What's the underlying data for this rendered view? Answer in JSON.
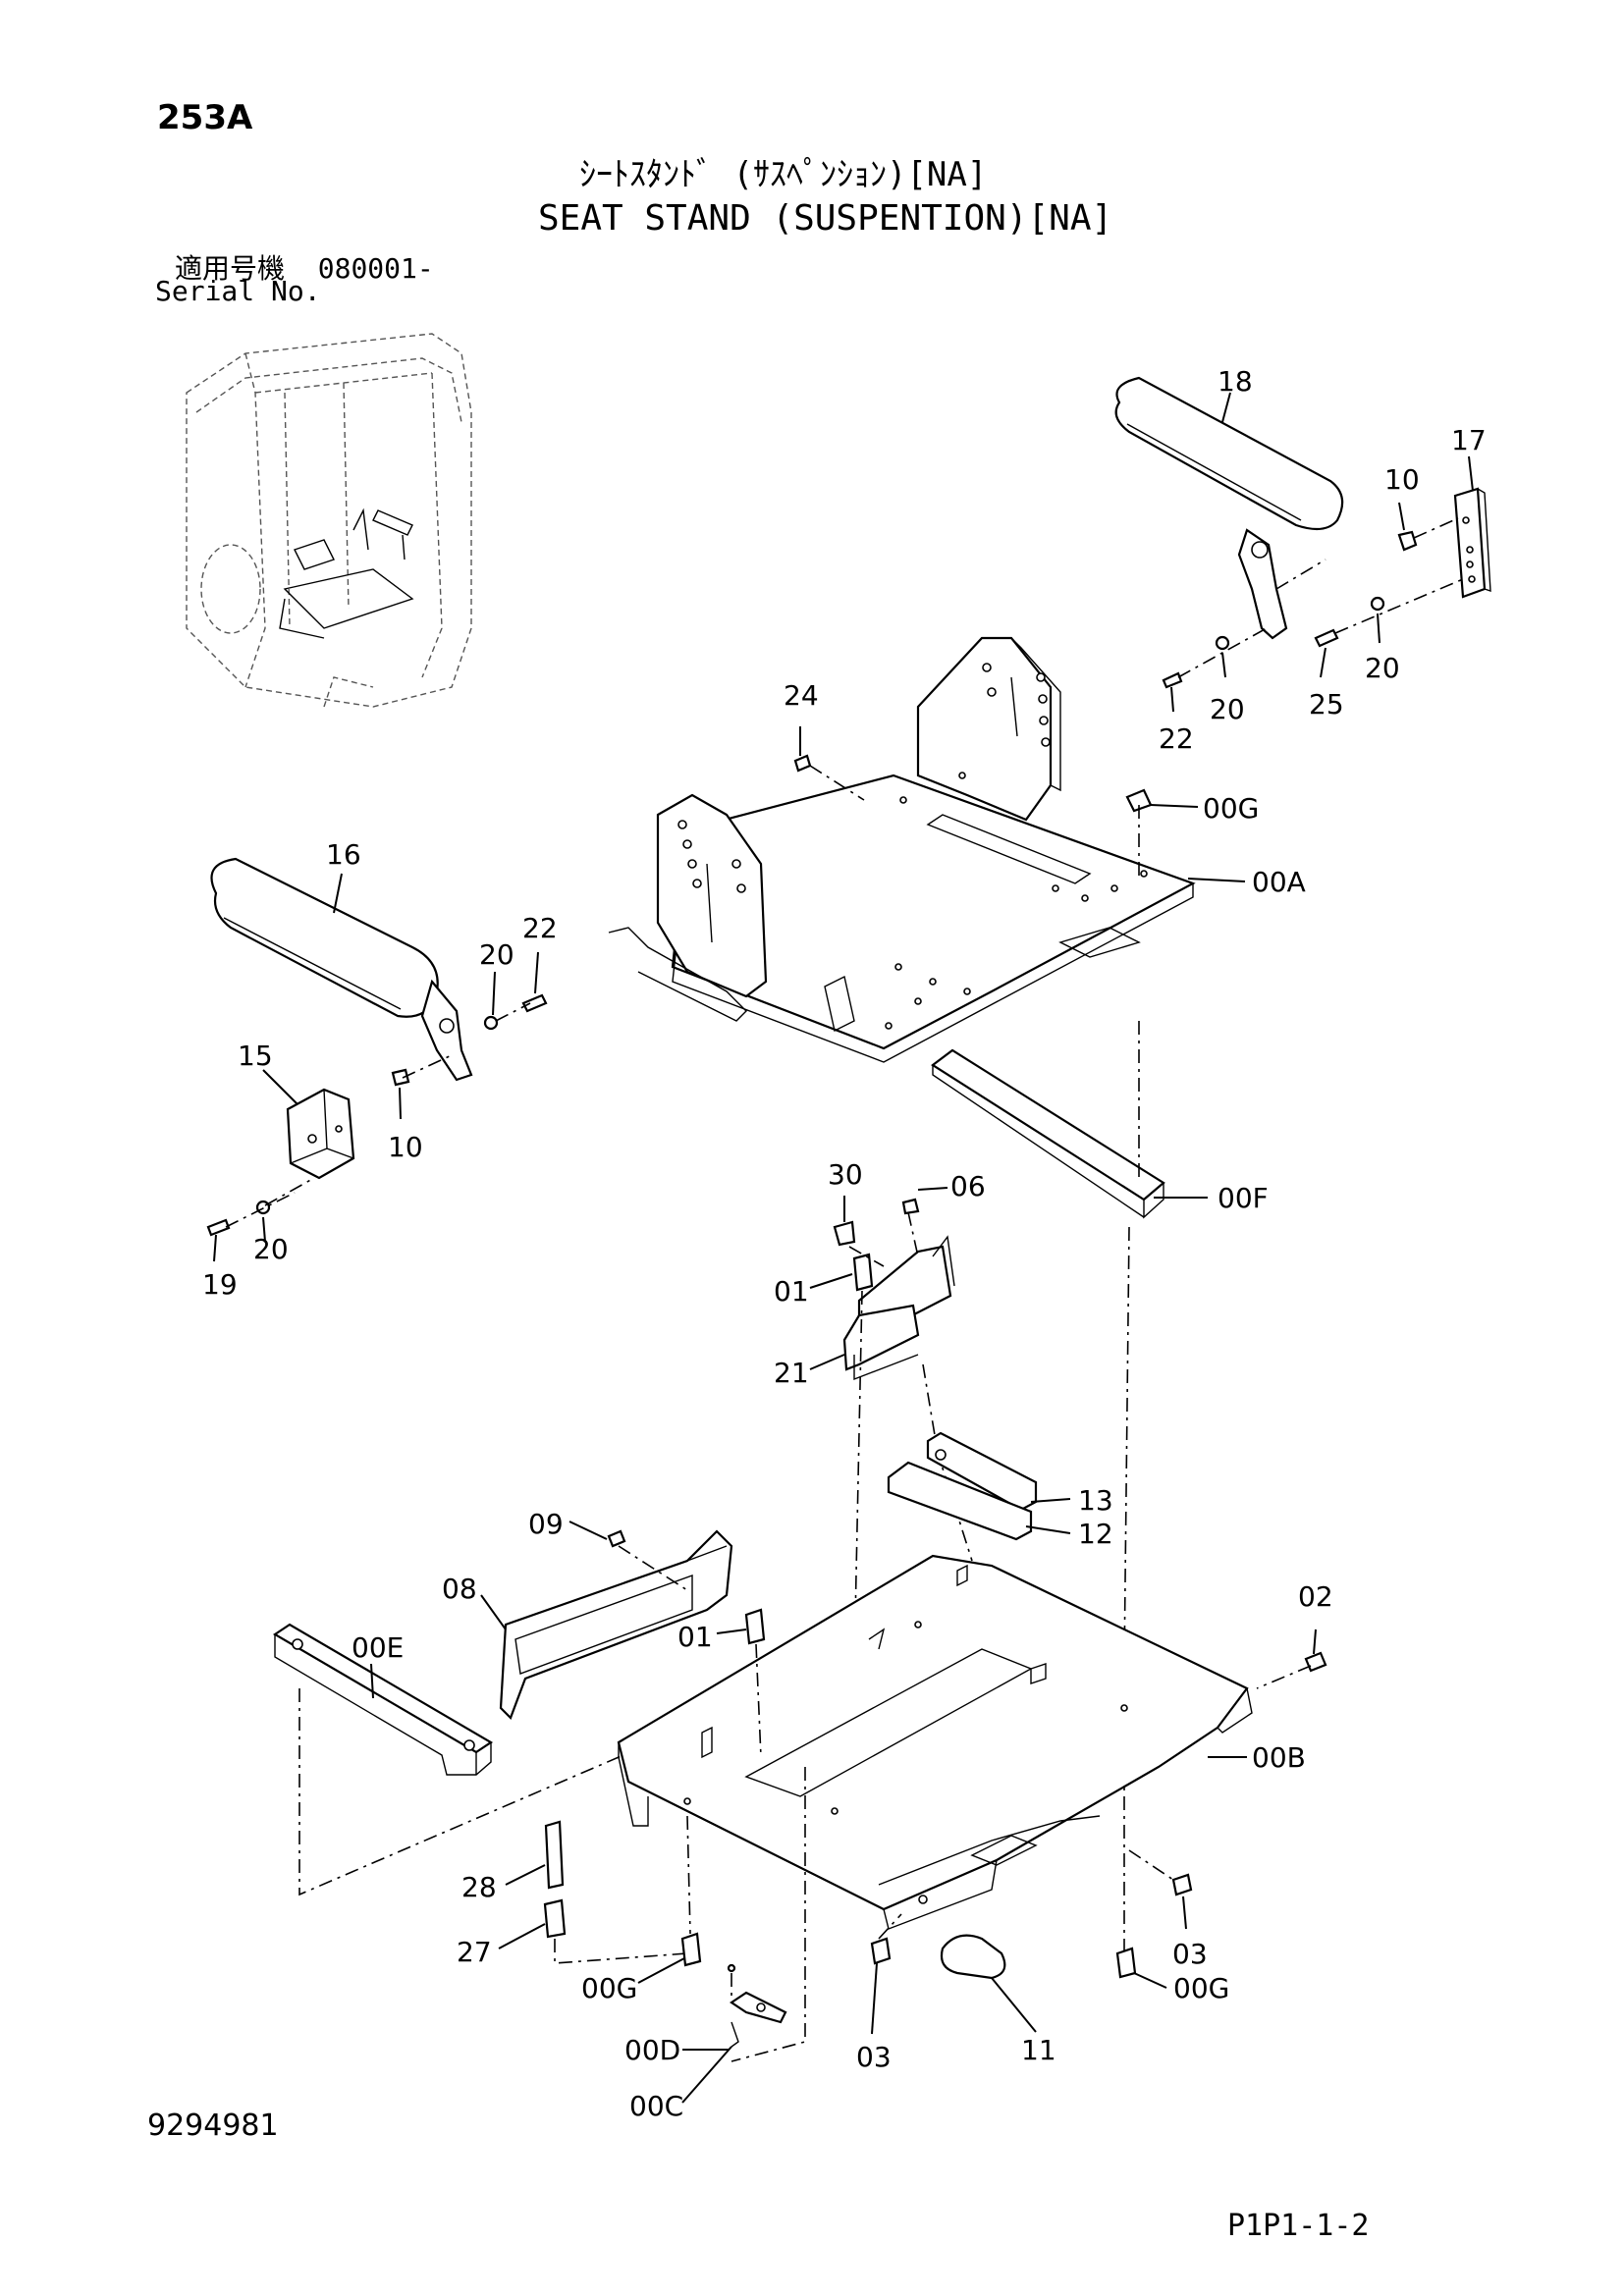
{
  "header": {
    "page_number": "253A",
    "title_jp": "ｼｰﾄｽﾀﾝﾄﾞ (ｻｽﾍﾟﾝｼｮﾝ)[NA]",
    "title_en": "SEAT STAND (SUSPENTION)[NA]",
    "serial_label_jp": "適用号機",
    "serial_value": "080001-",
    "serial_label_en": "Serial No."
  },
  "footer": {
    "document_number": "9294981",
    "page_code": "P1P1-1-2"
  },
  "callouts": {
    "c18": "18",
    "c17": "17",
    "c10a": "10",
    "c20a": "20",
    "c20b": "20",
    "c22a": "22",
    "c25": "25",
    "c24": "24",
    "c00G_a": "00G",
    "c00A": "00A",
    "c16": "16",
    "c22b": "22",
    "c20c": "20",
    "c15": "15",
    "c10b": "10",
    "c19": "19",
    "c20d": "20",
    "c30": "30",
    "c06": "06",
    "c01a": "01",
    "c21": "21",
    "c00F": "00F",
    "c13": "13",
    "c12": "12",
    "c09": "09",
    "c08": "08",
    "c00E": "00E",
    "c01b": "01",
    "c02": "02",
    "c00B": "00B",
    "c28": "28",
    "c27": "27",
    "c00G_b": "00G",
    "c03a": "03",
    "c03b": "03",
    "c11": "11",
    "c00G_c": "00G",
    "c00D": "00D",
    "c00C": "00C"
  }
}
